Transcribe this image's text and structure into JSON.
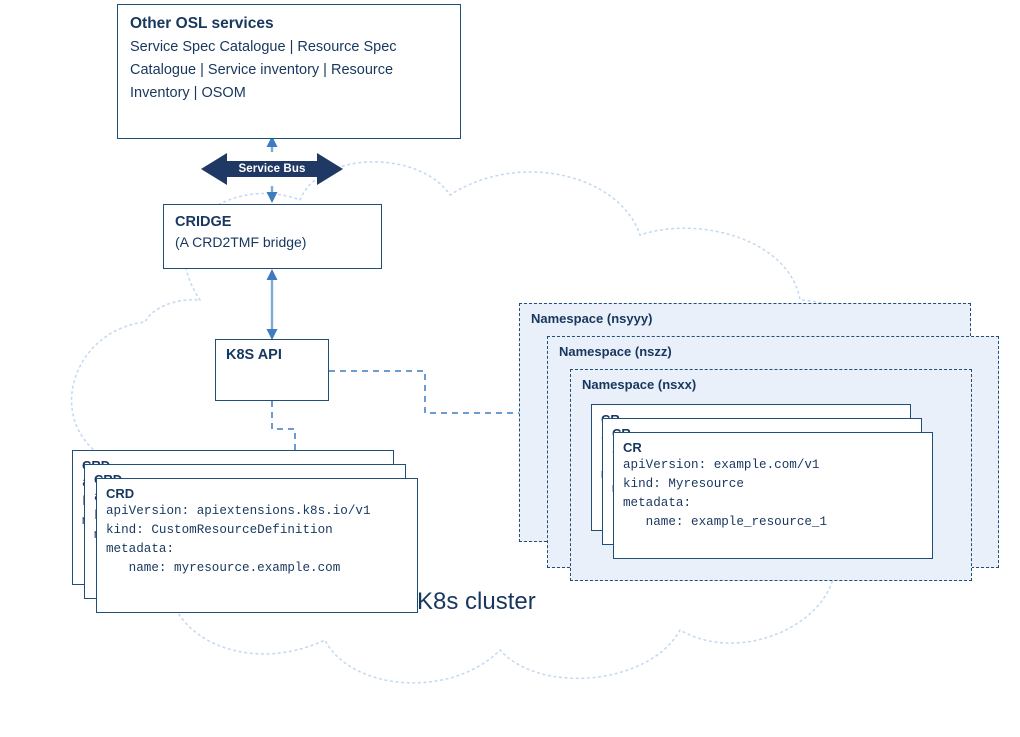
{
  "diagram": {
    "cluster_label": "K8s cluster",
    "colors": {
      "navy_dark": "#17375E",
      "border_navy": "#1F4E79",
      "service_bus_fill": "#1F3864",
      "namespace_fill": "#E9F0F9",
      "cloud_outline": "#C5D9F1",
      "connector_blue": "#4A7EBB"
    }
  },
  "osl": {
    "title": "Other OSL services",
    "body": "Service Spec Catalogue | Resource Spec Catalogue | Service inventory | Resource Inventory | OSOM"
  },
  "service_bus": {
    "label": "Service Bus"
  },
  "cridge": {
    "title": "CRIDGE",
    "subtitle": "(A CRD2TMF bridge)"
  },
  "k8s_api": {
    "title": "K8S API"
  },
  "crd_cards": [
    {
      "title": "CRD",
      "code": "apiVersion: apiextensions.k8s.io/v1\nkind: CustomResourceDefinition\nmetadata:\n   name: myresource.example.com"
    },
    {
      "title": "CRD",
      "code": "apiVersion: apiextensions.k8s.io/v1\nkind: CustomResourceDefinition\nmetadata:\n   name: myresource.example.com"
    },
    {
      "title": "CRD",
      "code": "apiVersion: apiextensions.k8s.io/v1\nkind: CustomResourceDefinition\nmetadata:\n   name: myresource.example.com"
    }
  ],
  "cr_cards": [
    {
      "title": "CR",
      "code": "apiVersion: example.com/v1\nkind: Myresource\nmetadata:\n   name: example_resource_1"
    },
    {
      "title": "CR",
      "code": "apiVersion: example.com/v1\nkind: Myresource\nmetadata:\n   name: example_resource_1"
    },
    {
      "title": "CR",
      "code": "apiVersion: example.com/v1\nkind: Myresource\nmetadata:\n   name: example_resource_1"
    }
  ],
  "namespaces": [
    {
      "label": "Namespace (nsyyy)"
    },
    {
      "label": "Namespace (nszz)"
    },
    {
      "label": "Namespace (nsxx)"
    }
  ]
}
